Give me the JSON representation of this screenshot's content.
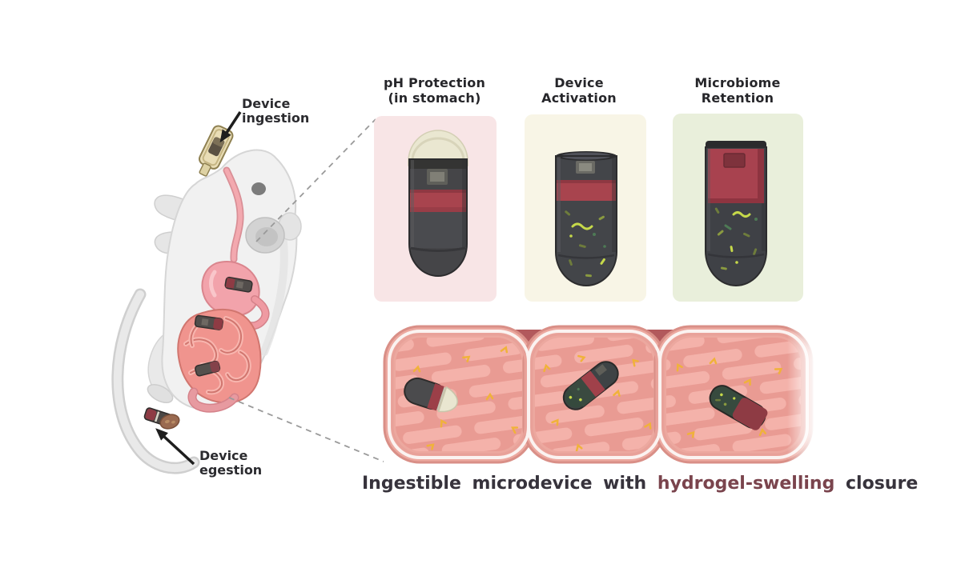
{
  "figure": {
    "subject": "Ingestible microdevice for gut microbiome sampling shown in a mouse",
    "background": "#ffffff"
  },
  "labels": {
    "device_ingestion": "Device ingestion",
    "device_egestion": "Device egestion"
  },
  "panels": [
    {
      "id": "ph-protection",
      "title_line1": "pH Protection",
      "title_line2": "(in stomach)",
      "bg": "#f8e5e6"
    },
    {
      "id": "device-activation",
      "title_line1": "Device",
      "title_line2": "Activation",
      "bg": "#f8f5e6"
    },
    {
      "id": "microbiome-retention",
      "title_line1": "Microbiome",
      "title_line2": "Retention",
      "bg": "#e9efdb"
    }
  ],
  "caption": {
    "pre": "Ingestible microdevice with",
    "highlight": "hydrogel-swelling",
    "post": "closure",
    "highlight_color": "#7a444d",
    "text_color": "#37333c"
  },
  "colors": {
    "capsule_dark": "#434549",
    "hydrogel_red": "#a8434e",
    "dome_cream": "#eae7d1",
    "microbe_green": "#c6d94a",
    "intestine_wall": "#eca89f",
    "intestine_lumen": "#f3b0a8",
    "particle_yellow": "#f0b23a",
    "mouse_gray": "#f1f1f1",
    "gi_pink": "#f2a5a4",
    "arrow_black": "#1e1e1e",
    "connector_gray": "#9a9a9a"
  }
}
